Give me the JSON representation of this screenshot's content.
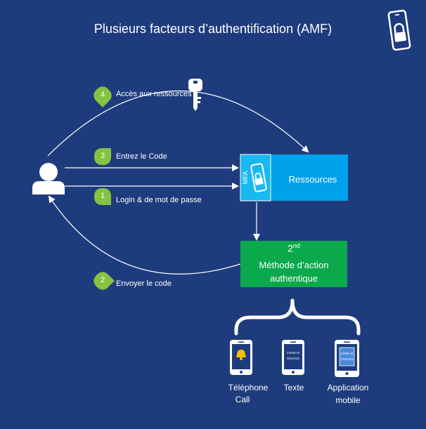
{
  "title": "Plusieurs facteurs d’authentification (AMF)",
  "steps": [
    {
      "num": "4",
      "label": "Accès aux ressources"
    },
    {
      "num": "3",
      "label": "Entrez le Code"
    },
    {
      "num": "1",
      "label": "Login & de mot de passe"
    },
    {
      "num": "2",
      "label": "Envoyer le code"
    }
  ],
  "mfa_tag": "MFA",
  "resources_label": "Ressources",
  "second_method": {
    "sup_base": "2",
    "sup": "nd",
    "line1": "Méthode d’action",
    "line2": "authentique"
  },
  "device_code_text": "CODE IS",
  "device_code_digits": "XXXXXX",
  "options": [
    {
      "name": "Téléphone",
      "sub": "Call",
      "icon": "bell-icon"
    },
    {
      "name": "Texte",
      "sub": "",
      "icon": "sms-code-icon"
    },
    {
      "name": "Application",
      "sub": "mobile",
      "icon": "app-code-icon"
    }
  ],
  "colors": {
    "background": "#1e3c7d",
    "green": "#0ba94b",
    "step_badge": "#86c340",
    "resources": "#00a2ec",
    "mfa_box": "#1ab8f0"
  }
}
